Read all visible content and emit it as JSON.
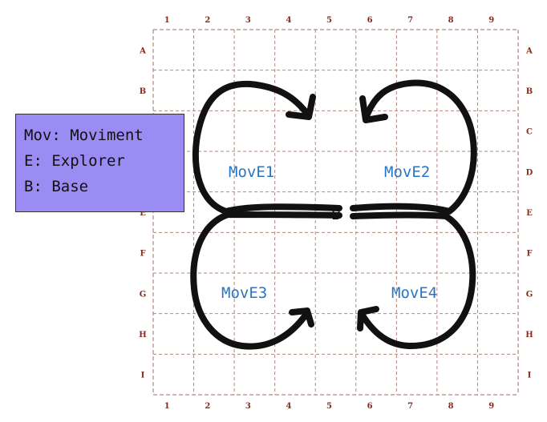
{
  "grid": {
    "columns": [
      "1",
      "2",
      "3",
      "4",
      "5",
      "6",
      "7",
      "8",
      "9"
    ],
    "rows": [
      "A",
      "B",
      "C",
      "D",
      "E",
      "F",
      "G",
      "H",
      "I"
    ],
    "line_color": "#b2877c",
    "label_color": "#8a2a1c"
  },
  "legend": {
    "background": "#9b8cf3",
    "lines": [
      "Mov: Moviment",
      "E: Explorer",
      "B: Base"
    ]
  },
  "zones": [
    {
      "label": "MovE1"
    },
    {
      "label": "MovE2"
    },
    {
      "label": "MovE3"
    },
    {
      "label": "MovE4"
    }
  ],
  "base": {
    "label": "B"
  },
  "colors": {
    "zone_label": "#2a74c4",
    "stroke": "#111111"
  }
}
